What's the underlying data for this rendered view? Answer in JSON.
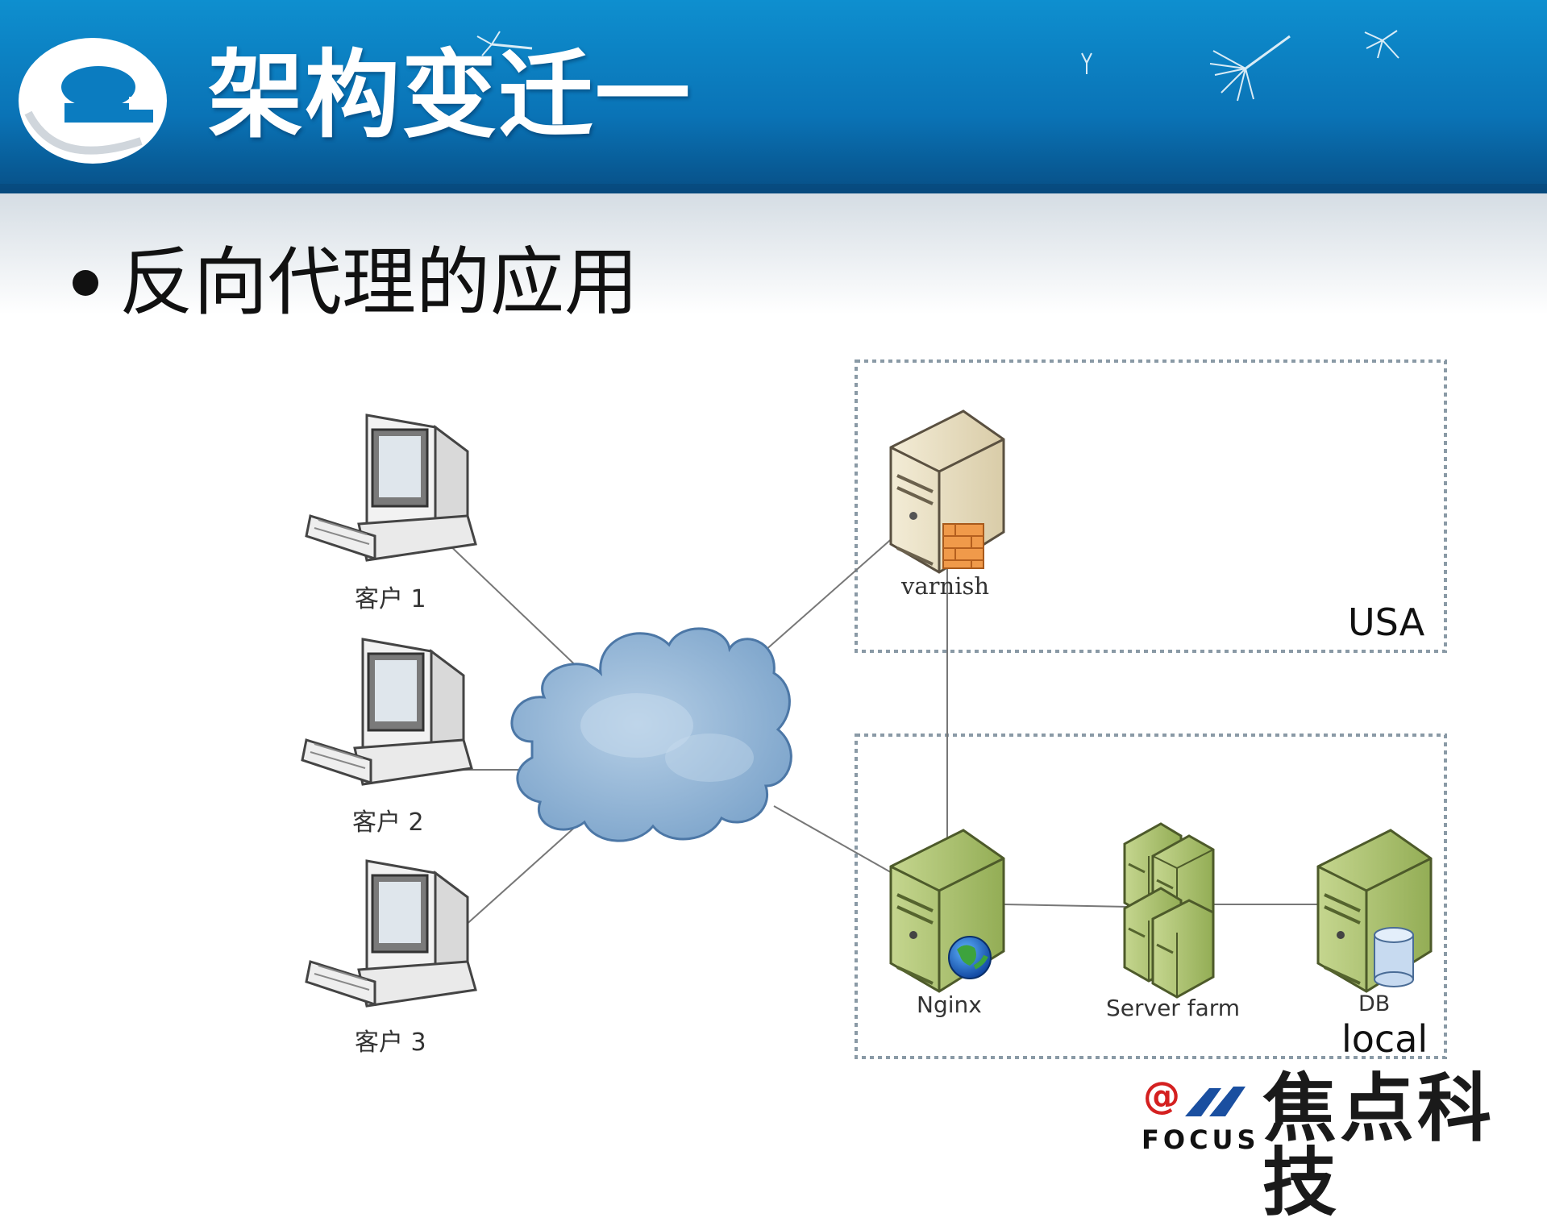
{
  "header": {
    "title": "架构变迁一",
    "logo_icon": "e-letter-logo-icon"
  },
  "bullet": {
    "text": "反向代理的应用"
  },
  "diagram": {
    "clients": [
      {
        "label": "客户 1"
      },
      {
        "label": "客户 2"
      },
      {
        "label": "客户 3"
      }
    ],
    "cloud_icon": "internet-cloud-icon",
    "regions": {
      "usa": "USA",
      "local": "local"
    },
    "nodes": {
      "varnish": "varnish",
      "nginx": "Nginx",
      "server_farm": "Server farm",
      "db": "DB"
    }
  },
  "footer": {
    "brand": "焦点科技",
    "brand_sub": "FOCUS",
    "at_symbol": "@"
  },
  "colors": {
    "header_blue": "#0a6fb0",
    "cloud": "#8fb3d6",
    "server_green": "#a7bf6a",
    "server_beige": "#e8dfc4",
    "region_border": "#8a9aa6"
  }
}
